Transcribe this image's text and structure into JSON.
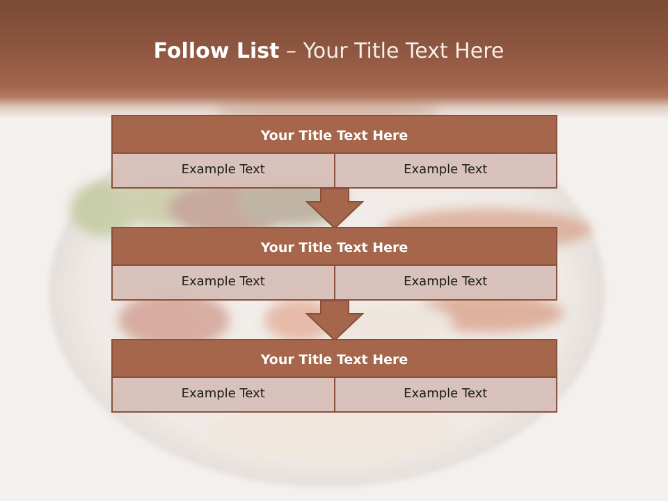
{
  "slide": {
    "title_bold": "Follow List",
    "title_rest": "– Your Title Text Here",
    "blocks": [
      {
        "title": "Your Title Text Here",
        "cells": [
          "Example Text",
          "Example Text"
        ]
      },
      {
        "title": "Your Title Text Here",
        "cells": [
          "Example Text",
          "Example Text"
        ]
      },
      {
        "title": "Your Title Text Here",
        "cells": [
          "Example Text",
          "Example Text"
        ]
      }
    ]
  },
  "colors": {
    "header_brown": "#8d5640",
    "block_title_fill": "#a5664b",
    "block_border": "#87503a",
    "cell_fill": "#d7beb8"
  }
}
